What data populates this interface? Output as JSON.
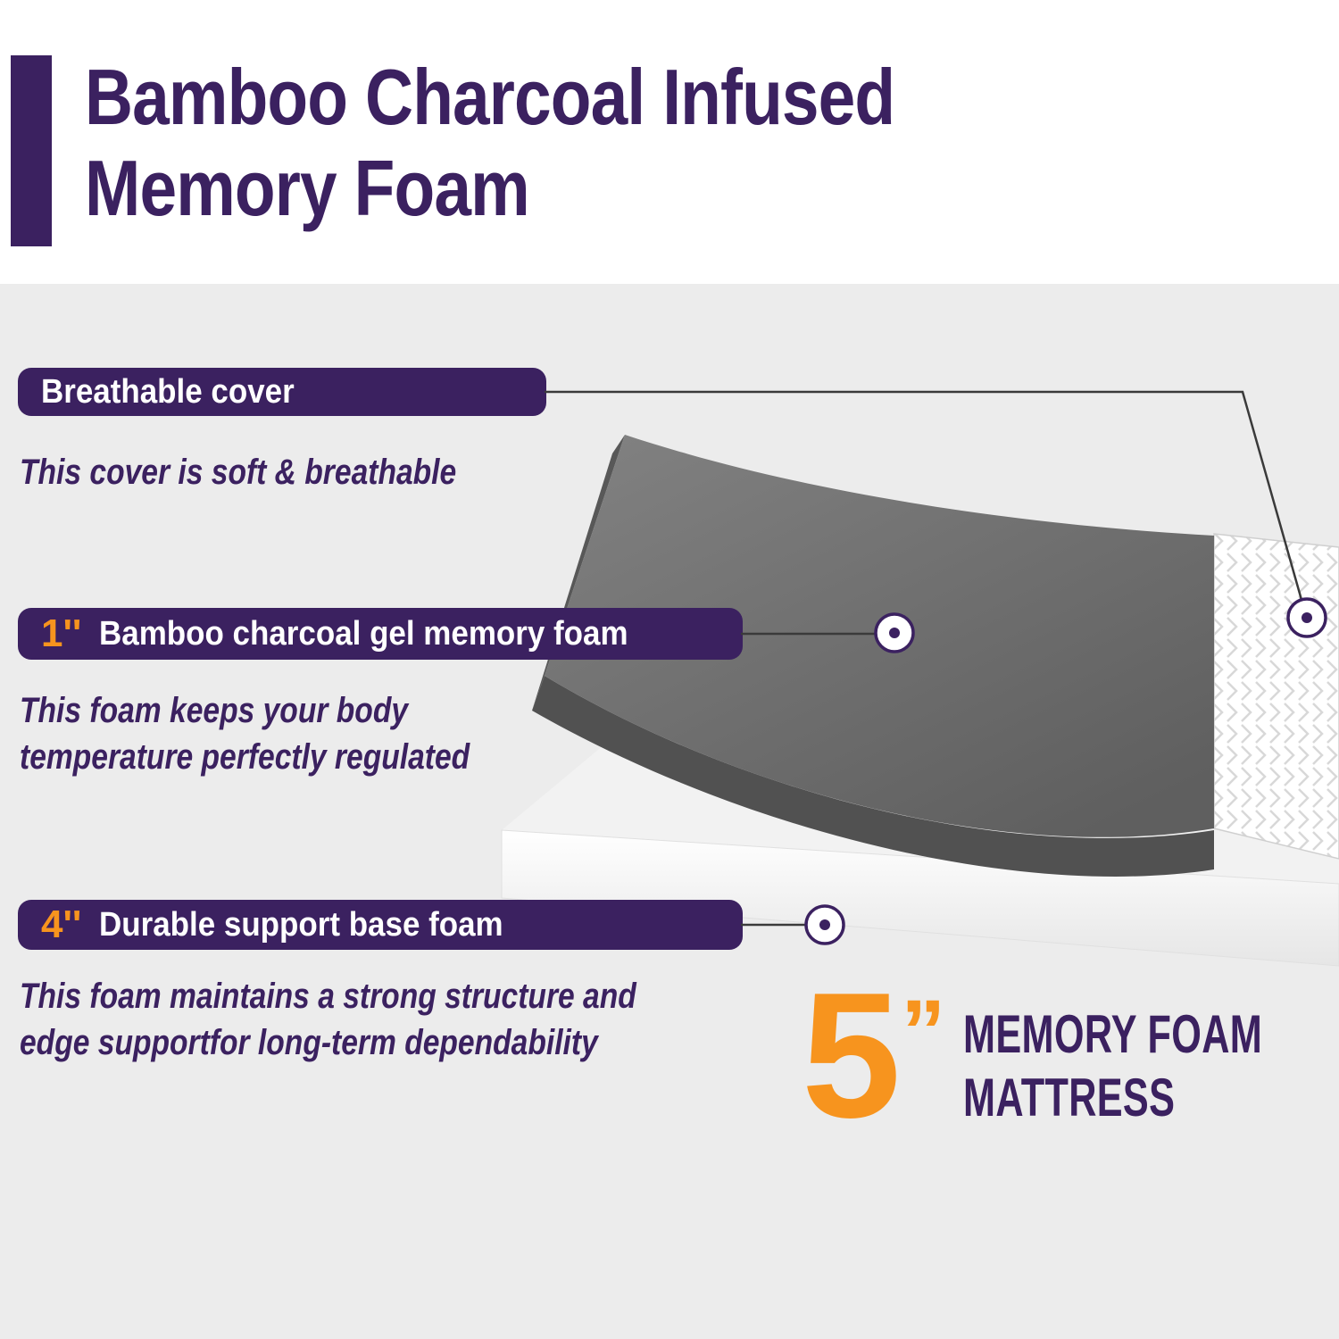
{
  "header": {
    "title_line1": "Bamboo Charcoal Infused",
    "title_line2": "Memory Foam"
  },
  "callouts": [
    {
      "label": "Breathable cover",
      "desc_line1": "This cover is soft & breathable"
    },
    {
      "size": "1''",
      "label": "Bamboo charcoal gel  memory foam",
      "desc_line1": "This foam keeps your body",
      "desc_line2": "temperature perfectly regulated"
    },
    {
      "size": "4''",
      "label": "Durable support base foam",
      "desc_line1": "This foam maintains a strong structure and",
      "desc_line2": "edge supportfor long-term dependability"
    }
  ],
  "product_badge": {
    "size_number": "5",
    "size_unit": "”",
    "name_line1": "MEMORY FOAM",
    "name_line2": "MATTRESS"
  },
  "colors": {
    "purple": "#3b2160",
    "orange": "#f7941e",
    "panel_gray": "#ececec",
    "foam_gray": "#6f6f6f"
  }
}
